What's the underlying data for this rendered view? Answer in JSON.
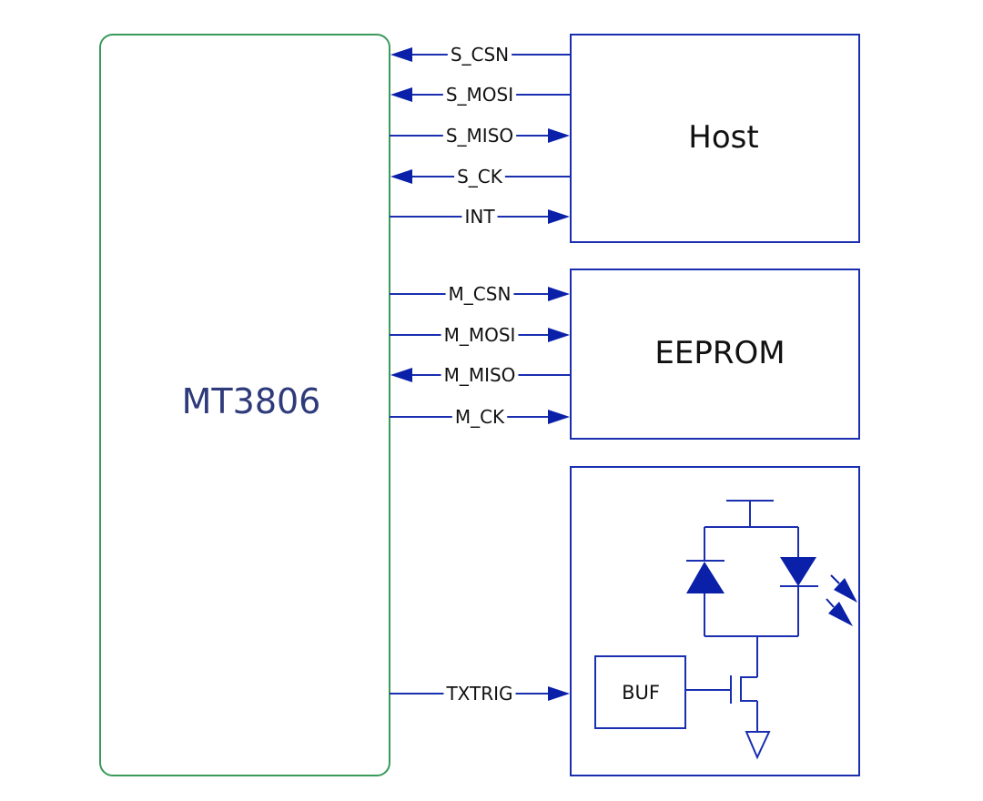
{
  "colors": {
    "chip_border": "#3a9a5a",
    "line": "#1a2fb0",
    "arrow_fill": "#0a20a8",
    "chip_text": "#2e3a7a",
    "text": "#111111"
  },
  "chip": {
    "label": "MT3806"
  },
  "blocks": {
    "host": {
      "label": "Host"
    },
    "eeprom": {
      "label": "EEPROM"
    },
    "laser": {
      "buffer_label": "BUF"
    }
  },
  "signals": [
    {
      "name": "S_CSN",
      "direction": "to-chip",
      "group": "host"
    },
    {
      "name": "S_MOSI",
      "direction": "to-chip",
      "group": "host"
    },
    {
      "name": "S_MISO",
      "direction": "from-chip",
      "group": "host"
    },
    {
      "name": "S_CK",
      "direction": "to-chip",
      "group": "host"
    },
    {
      "name": "INT",
      "direction": "from-chip",
      "group": "host"
    },
    {
      "name": "M_CSN",
      "direction": "from-chip",
      "group": "eeprom"
    },
    {
      "name": "M_MOSI",
      "direction": "from-chip",
      "group": "eeprom"
    },
    {
      "name": "M_MISO",
      "direction": "to-chip",
      "group": "eeprom"
    },
    {
      "name": "M_CK",
      "direction": "from-chip",
      "group": "eeprom"
    },
    {
      "name": "TXTRIG",
      "direction": "from-chip",
      "group": "laser"
    }
  ]
}
